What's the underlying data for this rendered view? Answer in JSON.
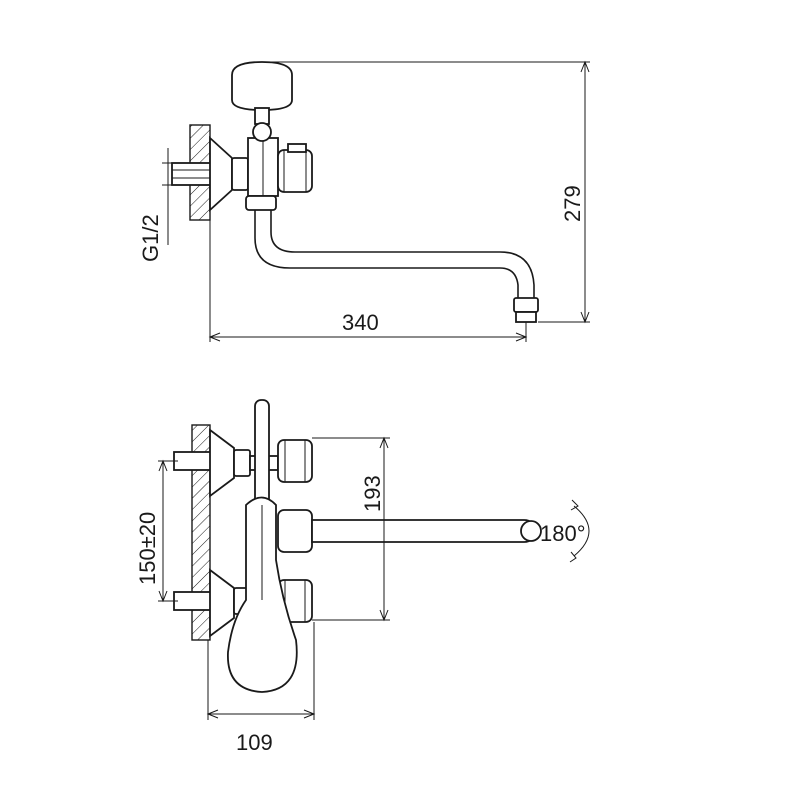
{
  "top_view": {
    "dim_height": "279",
    "dim_width": "340",
    "thread_label": "G1/2"
  },
  "bottom_view": {
    "dim_spacing": "150±20",
    "dim_vertical": "193",
    "dim_depth": "109",
    "rotation_label": "180°"
  }
}
